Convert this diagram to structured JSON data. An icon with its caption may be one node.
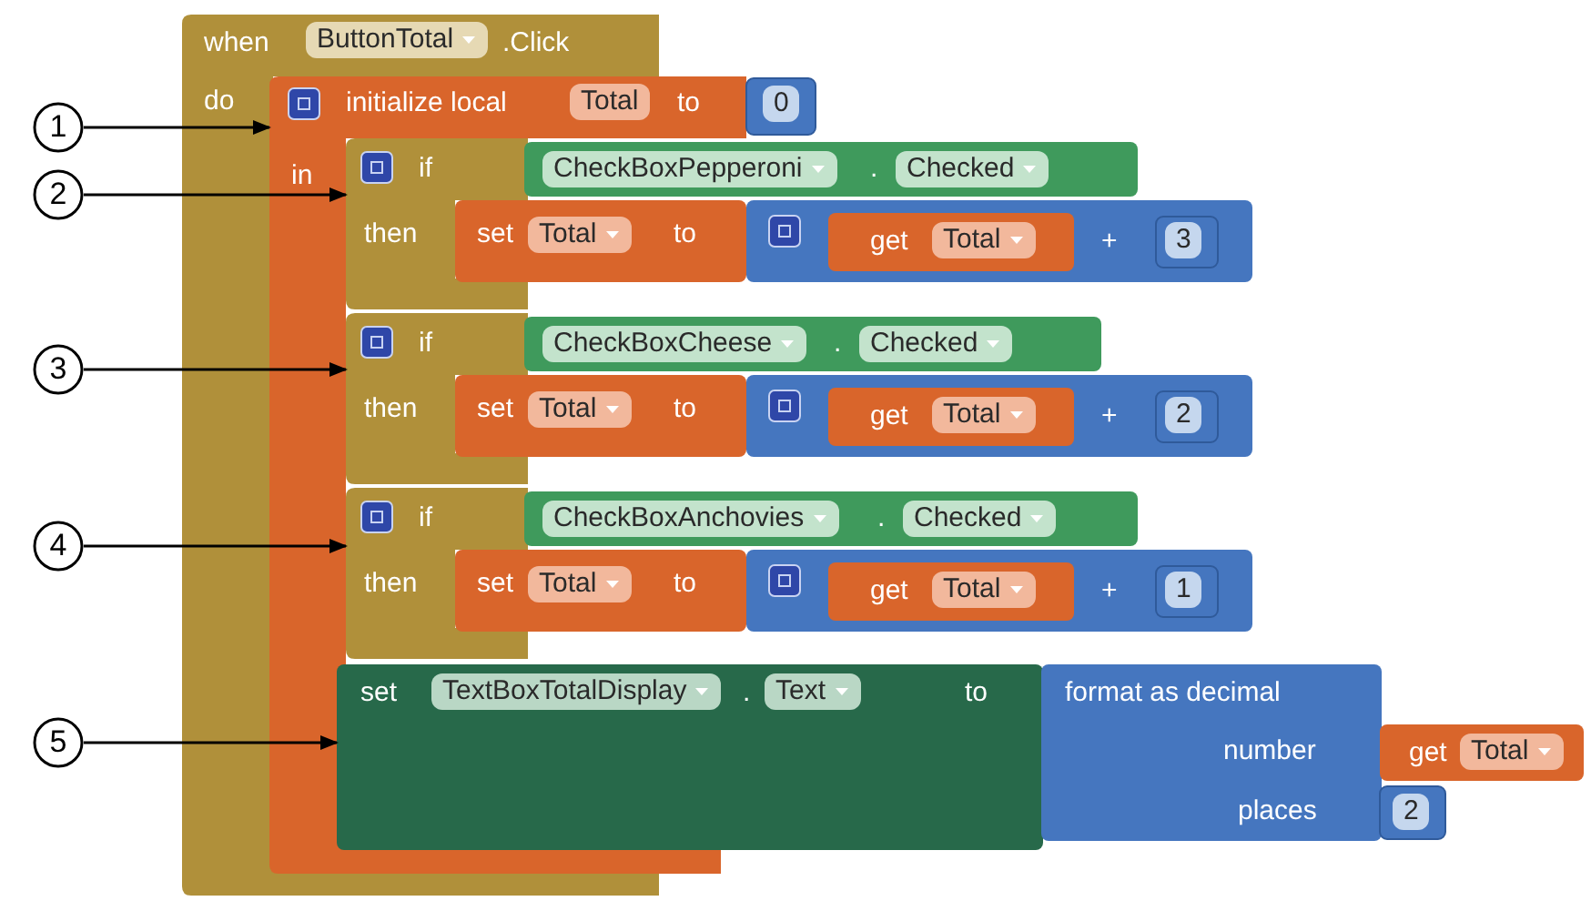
{
  "diagram": {
    "nodes": [
      {
        "text": [
          "when",
          "ButtonTotal",
          ".Click",
          "do"
        ]
      },
      {
        "text": [
          "initialize local",
          "Total",
          "to",
          "in"
        ]
      },
      {
        "text": [
          "0"
        ]
      },
      {
        "text": [
          "if",
          "then"
        ]
      },
      {
        "text": [
          "CheckBoxPepperoni",
          ".",
          "Checked"
        ]
      },
      {
        "text": [
          "set",
          "Total",
          "to"
        ]
      },
      {
        "text": [
          "+"
        ]
      },
      {
        "text": [
          "get",
          "Total"
        ],
        "in": 6
      },
      {
        "text": [
          "3"
        ],
        "in": 6
      },
      {
        "text": [
          "if",
          "then"
        ]
      },
      {
        "text": [
          "CheckBoxCheese",
          ".",
          "Checked"
        ]
      },
      {
        "text": [
          "set",
          "Total",
          "to"
        ]
      },
      {
        "text": [
          "+"
        ]
      },
      {
        "text": [
          "get",
          "Total"
        ],
        "in": 12
      },
      {
        "text": [
          "2"
        ],
        "in": 12
      },
      {
        "text": [
          "if",
          "then"
        ]
      },
      {
        "text": [
          "CheckBoxAnchovies",
          ".",
          "Checked"
        ]
      },
      {
        "text": [
          "set",
          "Total",
          "to"
        ]
      },
      {
        "text": [
          "+"
        ]
      },
      {
        "text": [
          "get",
          "Total"
        ],
        "in": 18
      },
      {
        "text": [
          "1"
        ],
        "in": 18
      },
      {
        "text": [
          "set",
          "TextBoxTotalDisplay",
          ".",
          "Text",
          "to"
        ]
      },
      {
        "text": [
          "format as decimal",
          "number",
          "places"
        ]
      },
      {
        "text": [
          "get",
          "Total"
        ]
      },
      {
        "text": [
          "2"
        ]
      },
      {
        "text": [
          "1"
        ]
      },
      {
        "text": [
          "2"
        ]
      },
      {
        "text": [
          "3"
        ]
      },
      {
        "text": [
          "4"
        ]
      },
      {
        "text": [
          "5"
        ]
      }
    ],
    "edges": [
      {
        "from": 25,
        "to": 1,
        "arrow": "to"
      },
      {
        "from": 26,
        "to": 3,
        "arrow": "to"
      },
      {
        "from": 27,
        "to": 9,
        "arrow": "to"
      },
      {
        "from": 28,
        "to": 15,
        "arrow": "to"
      },
      {
        "from": 29,
        "to": 21,
        "arrow": "to"
      }
    ]
  }
}
